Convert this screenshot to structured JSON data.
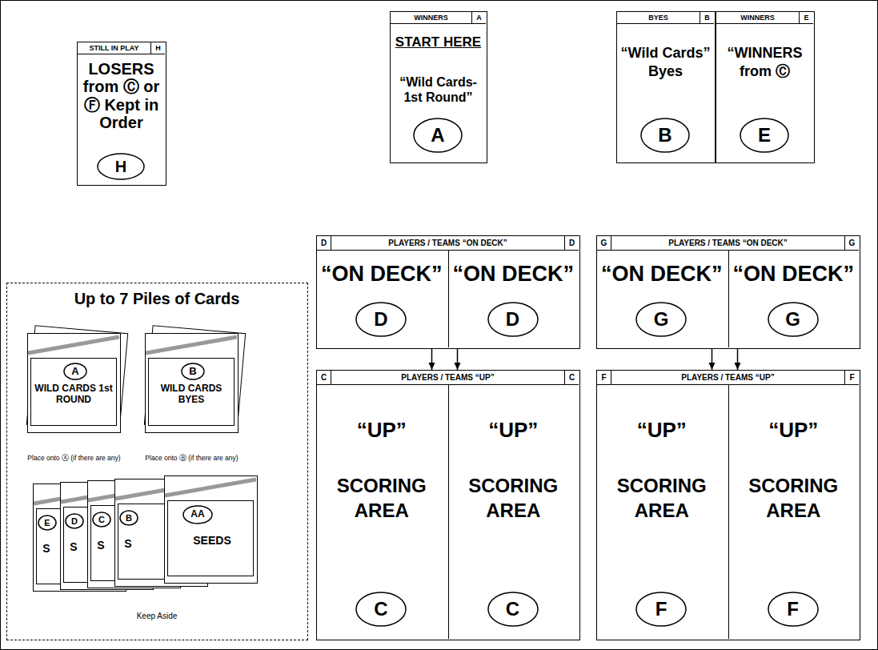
{
  "diagram": {
    "nodes": [
      {
        "text": [
          "STILL IN PLAY",
          "H",
          "LOSERS from Ⓒ or Ⓕ Kept in Order"
        ]
      },
      {
        "text": [
          "H"
        ],
        "in": 0
      },
      {
        "text": [
          "WINNERS",
          "A",
          "START HERE",
          "“Wild Cards- 1st Round”"
        ]
      },
      {
        "text": [
          "A"
        ],
        "in": 2
      },
      {
        "text": [
          "BYES",
          "B",
          "“Wild Cards” Byes"
        ]
      },
      {
        "text": [
          "B"
        ],
        "in": 4
      },
      {
        "text": [
          "WINNERS",
          "E",
          "“WINNERS from Ⓒ"
        ]
      },
      {
        "text": [
          "E"
        ],
        "in": 6
      },
      {
        "text": [
          "Up to 7 Piles of Cards",
          "Place onto Ⓐ (if there are any)",
          "Place onto Ⓑ (if there are any)",
          "Keep Aside"
        ]
      },
      {
        "text": [
          "WILD CARDS 1st ROUND"
        ],
        "in": 8
      },
      {
        "text": [
          "A"
        ],
        "in": 9
      },
      {
        "text": [
          "WILD CARDS BYES"
        ],
        "in": 8
      },
      {
        "text": [
          "B"
        ],
        "in": 11
      },
      {
        "text": [
          "S"
        ],
        "in": 8
      },
      {
        "text": [
          "E"
        ],
        "in": 13
      },
      {
        "text": [
          "S"
        ],
        "in": 8
      },
      {
        "text": [
          "D"
        ],
        "in": 15
      },
      {
        "text": [
          "S"
        ],
        "in": 8
      },
      {
        "text": [
          "C"
        ],
        "in": 17
      },
      {
        "text": [
          "S"
        ],
        "in": 8
      },
      {
        "text": [
          "B"
        ],
        "in": 19
      },
      {
        "text": [
          "SEEDS"
        ],
        "in": 8
      },
      {
        "text": [
          "AA"
        ],
        "in": 21
      },
      {
        "text": [
          "D",
          "PLAYERS / TEAMS “ON DECK”",
          "D"
        ]
      },
      {
        "text": [
          "“ON DECK”"
        ],
        "in": 23
      },
      {
        "text": [
          "D"
        ],
        "in": 24
      },
      {
        "text": [
          "“ON DECK”"
        ],
        "in": 23
      },
      {
        "text": [
          "D"
        ],
        "in": 26
      },
      {
        "text": [
          "G",
          "PLAYERS / TEAMS “ON DECK”",
          "G"
        ]
      },
      {
        "text": [
          "“ON DECK”"
        ],
        "in": 28
      },
      {
        "text": [
          "G"
        ],
        "in": 29
      },
      {
        "text": [
          "“ON DECK”"
        ],
        "in": 28
      },
      {
        "text": [
          "G"
        ],
        "in": 31
      },
      {
        "text": [
          "C",
          "PLAYERS / TEAMS “UP”",
          "C"
        ]
      },
      {
        "text": [
          "“UP”",
          "SCORING AREA"
        ],
        "in": 33
      },
      {
        "text": [
          "C"
        ],
        "in": 34
      },
      {
        "text": [
          "“UP”",
          "SCORING AREA"
        ],
        "in": 33
      },
      {
        "text": [
          "C"
        ],
        "in": 36
      },
      {
        "text": [
          "F",
          "PLAYERS / TEAMS “UP”",
          "F"
        ]
      },
      {
        "text": [
          "“UP”",
          "SCORING AREA"
        ],
        "in": 38
      },
      {
        "text": [
          "F"
        ],
        "in": 39
      },
      {
        "text": [
          "“UP”",
          "SCORING AREA"
        ],
        "in": 38
      },
      {
        "text": [
          "F"
        ],
        "in": 41
      }
    ],
    "edges": [
      {
        "from": 24,
        "to": 33,
        "arrow": "to"
      },
      {
        "from": 26,
        "to": 33,
        "arrow": "to"
      },
      {
        "from": 29,
        "to": 38,
        "arrow": "to"
      },
      {
        "from": 31,
        "to": 38,
        "arrow": "to"
      }
    ]
  }
}
